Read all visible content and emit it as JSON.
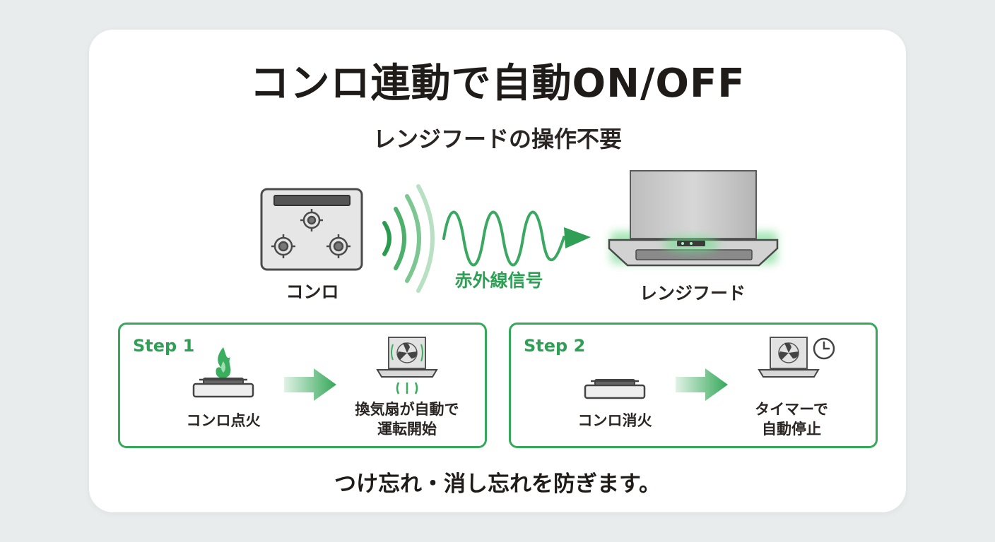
{
  "title": "コンロ連動で自動ON/OFF",
  "subtitle": "レンジフードの操作不要",
  "diagram": {
    "stove_label": "コンロ",
    "signal_label": "赤外線信号",
    "hood_label": "レンジフード"
  },
  "steps": [
    {
      "title": "Step 1",
      "from_label": "コンロ点火",
      "to_label_line1": "換気扇が自動で",
      "to_label_line2": "運転開始"
    },
    {
      "title": "Step 2",
      "from_label": "コンロ消火",
      "to_label_line1": "タイマーで",
      "to_label_line2": "自動停止"
    }
  ],
  "footer": "つけ忘れ・消し忘れを防ぎます。",
  "colors": {
    "accent_green": "#36a85a",
    "text_dark": "#1f1b18",
    "icon_gray": "#555555",
    "background": "#e8ecec",
    "card": "#ffffff"
  }
}
